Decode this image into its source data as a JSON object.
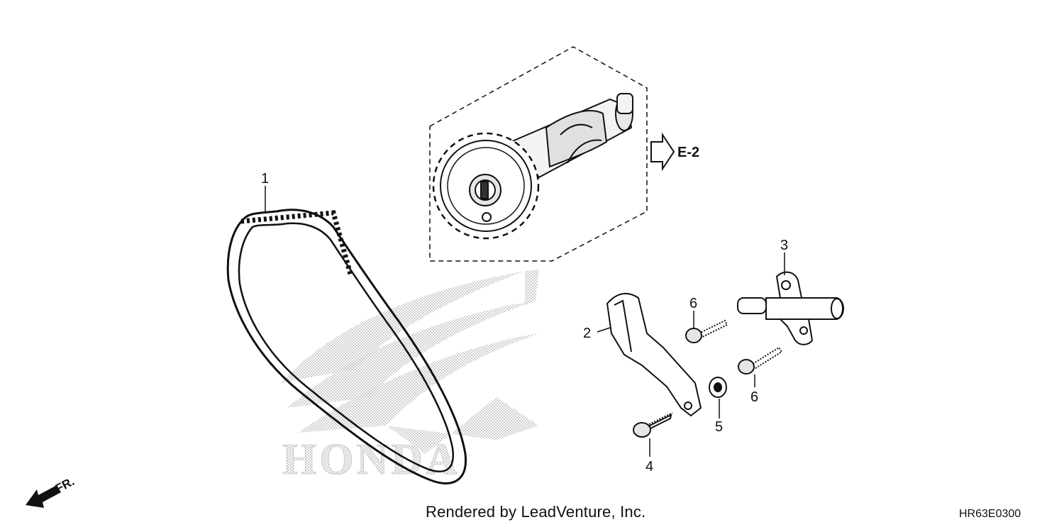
{
  "diagram": {
    "callouts": [
      {
        "id": "1",
        "label": "1"
      },
      {
        "id": "2",
        "label": "2"
      },
      {
        "id": "3",
        "label": "3"
      },
      {
        "id": "4",
        "label": "4"
      },
      {
        "id": "5",
        "label": "5"
      },
      {
        "id": "6a",
        "label": "6"
      },
      {
        "id": "6b",
        "label": "6"
      }
    ],
    "reference": {
      "label": "E-2"
    },
    "direction": {
      "label": "FR."
    },
    "watermark": {
      "text": "HONDA"
    }
  },
  "footer": {
    "credit": "Rendered by LeadVenture, Inc.",
    "diagram_code": "HR63E0300"
  }
}
